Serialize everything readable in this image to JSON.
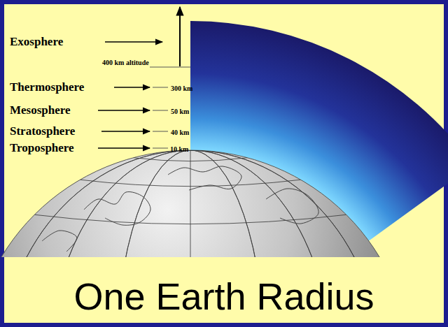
{
  "diagram": {
    "caption": "One Earth Radius",
    "labels": [
      "Exosphere",
      "400 km altitude",
      "Thermosphere",
      "300 km",
      "Mesosphere",
      "50 km",
      "Stratosphere",
      "40 km",
      "Troposphere",
      "10 km"
    ]
  }
}
